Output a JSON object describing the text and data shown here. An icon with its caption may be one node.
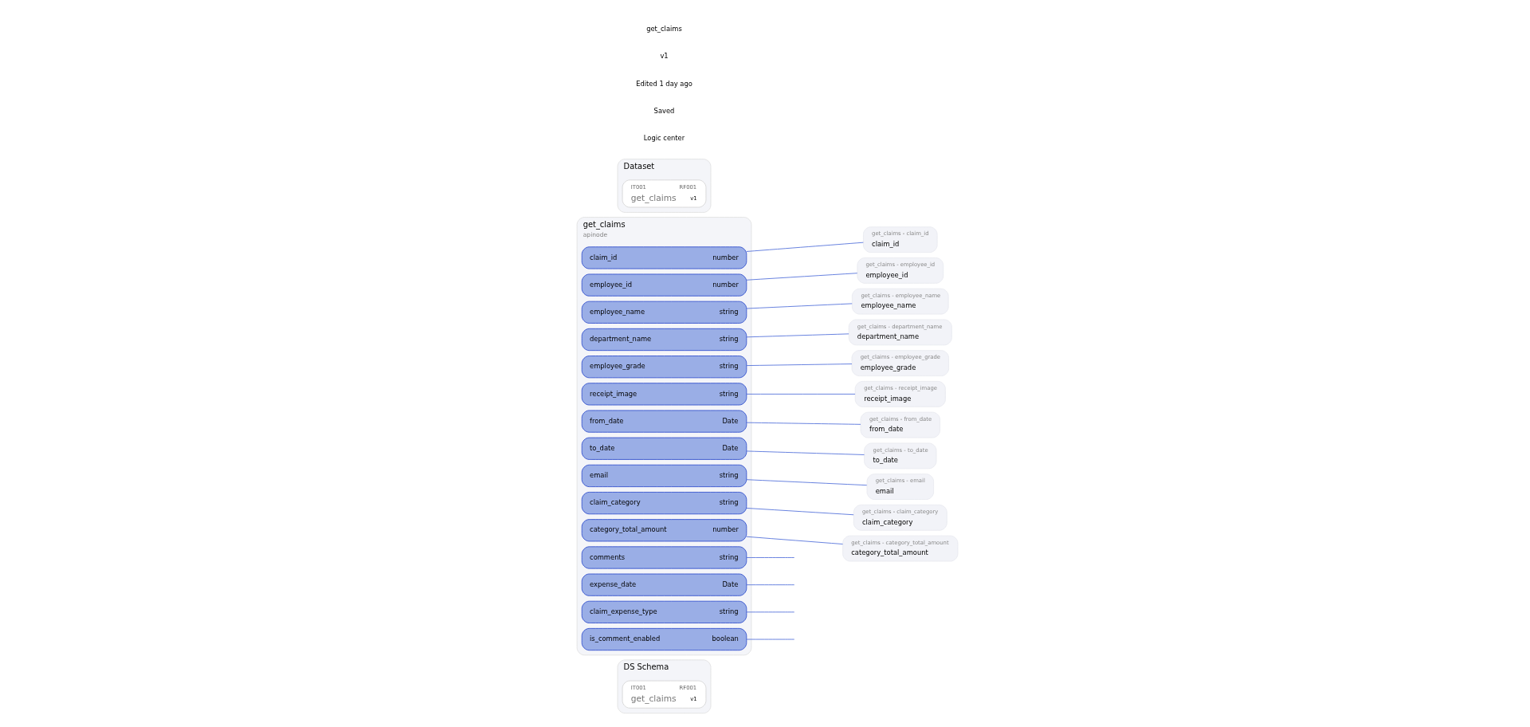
{
  "diagram": {
    "nodes": [
      {
        "text": [
          "DS Schema"
        ]
      },
      {
        "text": [
          "IT001",
          "RF001",
          "get_claims",
          "v1"
        ],
        "in": 0
      },
      {
        "text": [
          "get_claims",
          "apinode"
        ]
      },
      {
        "text": [
          "claim_id",
          "number"
        ],
        "in": 2
      },
      {
        "text": [
          "employee_id",
          "number"
        ],
        "in": 2
      },
      {
        "text": [
          "employee_name",
          "string"
        ],
        "in": 2
      },
      {
        "text": [
          "department_name",
          "string"
        ],
        "in": 2
      },
      {
        "text": [
          "employee_grade",
          "string"
        ],
        "in": 2
      },
      {
        "text": [
          "receipt_image",
          "string"
        ],
        "in": 2
      },
      {
        "text": [
          "from_date",
          "Date"
        ],
        "in": 2
      },
      {
        "text": [
          "to_date",
          "Date"
        ],
        "in": 2
      },
      {
        "text": [
          "email",
          "string"
        ],
        "in": 2
      },
      {
        "text": [
          "claim_category",
          "string"
        ],
        "in": 2
      },
      {
        "text": [
          "category_total_amount",
          "number"
        ],
        "in": 2
      },
      {
        "text": [
          "comments",
          "string"
        ],
        "in": 2
      },
      {
        "text": [
          "expense_date",
          "Date"
        ],
        "in": 2
      },
      {
        "text": [
          "claim_expense_type",
          "string"
        ],
        "in": 2
      },
      {
        "text": [
          "is_comment_enabled",
          "boolean"
        ],
        "in": 2
      },
      {
        "text": [
          "get_claims - claim_id",
          "claim_id"
        ]
      },
      {
        "text": [
          "get_claims - employee_id",
          "employee_id"
        ]
      },
      {
        "text": [
          "get_claims - employee_name",
          "employee_name"
        ]
      },
      {
        "text": [
          "get_claims - department_name",
          "department_name"
        ]
      },
      {
        "text": [
          "get_claims - employee_grade",
          "employee_grade"
        ]
      },
      {
        "text": [
          "get_claims - receipt_image",
          "receipt_image"
        ]
      },
      {
        "text": [
          "get_claims - from_date",
          "from_date"
        ]
      },
      {
        "text": [
          "get_claims - to_date",
          "to_date"
        ]
      },
      {
        "text": [
          "get_claims - email",
          "email"
        ]
      },
      {
        "text": [
          "get_claims - claim_category",
          "claim_category"
        ]
      },
      {
        "text": [
          "get_claims - category_total_amount",
          "category_total_amount"
        ]
      },
      {
        "text": [
          "Dataset"
        ]
      },
      {
        "text": [
          "IT001",
          "RF001",
          "get_claims",
          "v1"
        ],
        "in": 29
      }
    ],
    "edges": [
      {
        "from": 3,
        "to": 18,
        "arrow": "none"
      },
      {
        "from": 4,
        "to": 19,
        "arrow": "none"
      },
      {
        "from": 5,
        "to": 20,
        "arrow": "none"
      },
      {
        "from": 6,
        "to": 21,
        "arrow": "none"
      },
      {
        "from": 7,
        "to": 22,
        "arrow": "none"
      },
      {
        "from": 8,
        "to": 23,
        "arrow": "none"
      },
      {
        "from": 9,
        "to": 24,
        "arrow": "none"
      },
      {
        "from": 10,
        "to": 25,
        "arrow": "none"
      },
      {
        "from": 11,
        "to": 26,
        "arrow": "none"
      },
      {
        "from": 12,
        "to": 27,
        "arrow": "none"
      },
      {
        "from": 13,
        "to": 28,
        "arrow": "none"
      },
      {
        "from": 14,
        "to": null,
        "arrow": "none"
      },
      {
        "from": 15,
        "to": null,
        "arrow": "none"
      },
      {
        "from": 16,
        "to": null,
        "arrow": "none"
      },
      {
        "from": 17,
        "to": null,
        "arrow": "none"
      }
    ],
    "labels": [
      "get_claims",
      "v1",
      "Edited 1 day ago",
      "Saved",
      "Logic center"
    ]
  }
}
